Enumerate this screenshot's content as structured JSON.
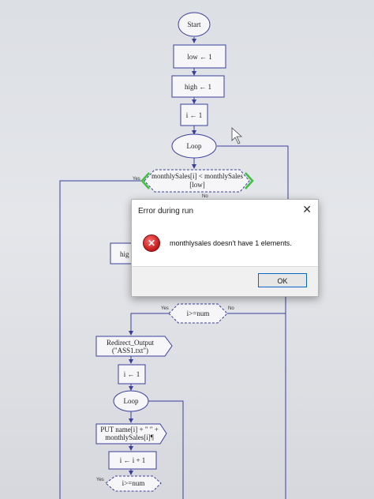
{
  "flowchart": {
    "start": "Start",
    "assign_low": "low ← 1",
    "assign_high": "high ← 1",
    "assign_i": "i ← 1",
    "loop1": "Loop",
    "decision1_line1": "monthlySales[i] < monthlySales",
    "decision1_line2": "[low]",
    "yes": "Yes",
    "no": "No",
    "partial_box": "hig",
    "decision2": "i>=num",
    "redirect_line1": "Redirect_Output",
    "redirect_line2": "(\"ASS1.txt\")",
    "assign_i2": "i ← 1",
    "loop2": "Loop",
    "put_line1": "PUT name[i] + \" \" +",
    "put_line2": "monthlySales[i]¶",
    "assign_inc": "i ← i + 1",
    "decision3": "i>=num"
  },
  "dialog": {
    "title": "Error during run",
    "close_glyph": "✕",
    "icon_glyph": "✕",
    "message": "monthlysales doesn't have 1 elements.",
    "ok_label": "OK"
  },
  "colors": {
    "flow_stroke": "#3a3f9a",
    "arrow_green": "#3cc23c",
    "error_red": "#c01818",
    "ok_border": "#0a64c8"
  }
}
